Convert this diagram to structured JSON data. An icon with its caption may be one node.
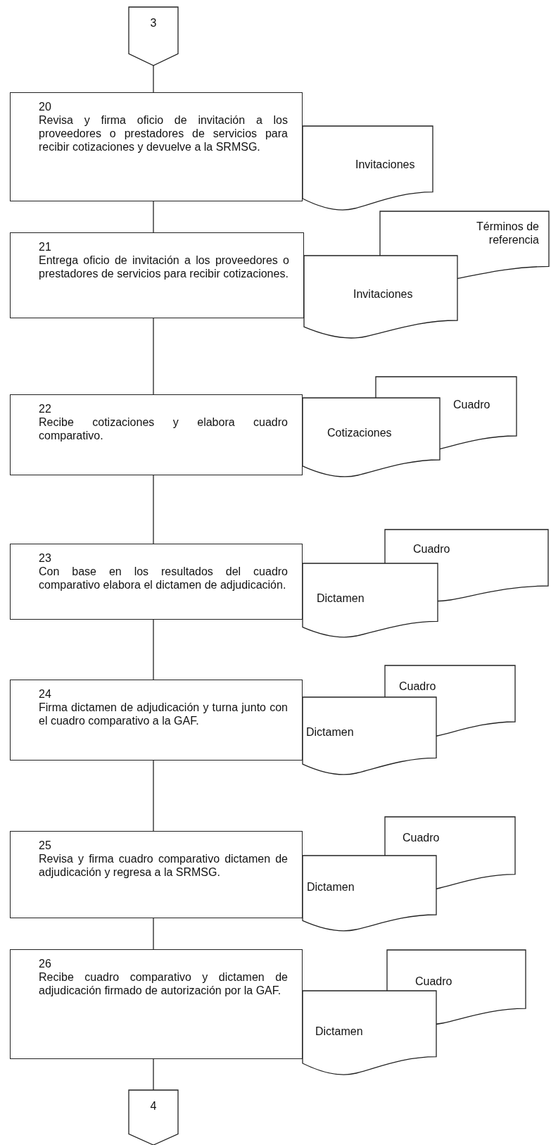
{
  "diagram": {
    "nodes": [
      {
        "text": [
          "3"
        ]
      },
      {
        "text": [
          "20",
          "Revisa y firma oficio de invitación a los proveedores o prestadores de servicios para recibir cotizaciones y devuelve a la SRMSG."
        ]
      },
      {
        "text": [
          "Invitaciones"
        ]
      },
      {
        "text": [
          "21",
          "Entrega oficio de invitación a los proveedores o prestadores de servicios para recibir cotizaciones."
        ]
      },
      {
        "text": [
          "Términos de referencia"
        ]
      },
      {
        "text": [
          "Invitaciones"
        ]
      },
      {
        "text": [
          "22",
          "Recibe cotizaciones y elabora cuadro comparativo."
        ]
      },
      {
        "text": [
          "Cuadro"
        ]
      },
      {
        "text": [
          "Cotizaciones"
        ]
      },
      {
        "text": [
          "23",
          "Con base en los resultados del cuadro comparativo elabora el dictamen de adjudicación."
        ]
      },
      {
        "text": [
          "Cuadro"
        ]
      },
      {
        "text": [
          "Dictamen"
        ]
      },
      {
        "text": [
          "24",
          "Firma dictamen de adjudicación y turna junto con el cuadro comparativo a la GAF."
        ]
      },
      {
        "text": [
          "Cuadro"
        ]
      },
      {
        "text": [
          "Dictamen"
        ]
      },
      {
        "text": [
          "25",
          "Revisa y firma cuadro comparativo dictamen de adjudicación y regresa a la SRMSG."
        ]
      },
      {
        "text": [
          "Cuadro"
        ]
      },
      {
        "text": [
          "Dictamen"
        ]
      },
      {
        "text": [
          "26",
          "Recibe cuadro comparativo y dictamen de adjudicación firmado de autorización por la GAF."
        ]
      },
      {
        "text": [
          "Cuadro"
        ]
      },
      {
        "text": [
          "Dictamen"
        ]
      },
      {
        "text": [
          "4"
        ]
      }
    ],
    "edges": [
      {
        "from": 0,
        "to": 1,
        "arrow": "none"
      },
      {
        "from": 1,
        "to": 3,
        "arrow": "none"
      },
      {
        "from": 3,
        "to": 6,
        "arrow": "none"
      },
      {
        "from": 6,
        "to": 9,
        "arrow": "none"
      },
      {
        "from": 9,
        "to": 12,
        "arrow": "none"
      },
      {
        "from": 12,
        "to": 15,
        "arrow": "none"
      },
      {
        "from": 15,
        "to": 18,
        "arrow": "none"
      },
      {
        "from": 18,
        "to": 21,
        "arrow": "none"
      }
    ]
  }
}
